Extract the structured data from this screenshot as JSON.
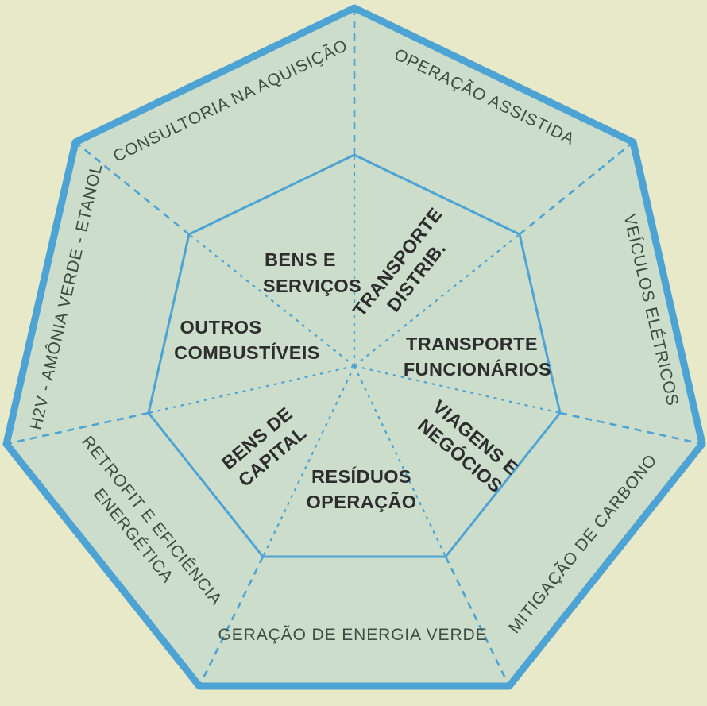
{
  "diagram": {
    "type": "heptagon-sector-diagram",
    "colors": {
      "background": "#e7e9c8",
      "heptagon_fill": "#ccdecb",
      "line_blue": "#4da3d3",
      "inner_label_color": "#2d2d2d",
      "outer_label_color": "#3f4c41"
    },
    "inner_sectors": [
      {
        "name": "bens-e-servicos",
        "label": "BENS E SERVIÇOS",
        "lines": [
          "BENS E",
          "SERVIÇOS"
        ]
      },
      {
        "name": "transporte-distrib",
        "label": "TRANSPORTE DISTRIB.",
        "lines": [
          "TRANSPORTE",
          "DISTRIB."
        ]
      },
      {
        "name": "transporte-funcionarios",
        "label": "TRANSPORTE FUNCIONÁRIOS",
        "lines": [
          "TRANSPORTE",
          "FUNCIONÁRIOS"
        ]
      },
      {
        "name": "viagens-e-negocios",
        "label": "VIAGENS E NEGÓCIOS",
        "lines": [
          "VIAGENS E",
          "NEGÓCIOS"
        ]
      },
      {
        "name": "residuos-operacao",
        "label": "RESÍDUOS OPERAÇÃO",
        "lines": [
          "RESÍDUOS",
          "OPERAÇÃO"
        ]
      },
      {
        "name": "bens-de-capital",
        "label": "BENS DE CAPITAL",
        "lines": [
          "BENS DE",
          "CAPITAL"
        ]
      },
      {
        "name": "outros-combustiveis",
        "label": "OUTROS COMBUSTÍVEIS",
        "lines": [
          "OUTROS",
          "COMBUSTÍVEIS"
        ]
      }
    ],
    "outer_sectors": [
      {
        "name": "consultoria-na-aquisicao",
        "label": "CONSULTORIA NA AQUISIÇÃO",
        "lines": [
          "CONSULTORIA NA AQUISIÇÃO"
        ]
      },
      {
        "name": "operacao-assistida",
        "label": "OPERAÇÃO ASSISTIDA",
        "lines": [
          "OPERAÇÃO ASSISTIDA"
        ]
      },
      {
        "name": "veiculos-eletricos",
        "label": "VEÍCULOS ELÉTRICOS",
        "lines": [
          "VEÍCULOS ELÉTRICOS"
        ]
      },
      {
        "name": "mitigacao-de-carbono",
        "label": "MITIGAÇÃO DE CARBONO",
        "lines": [
          "MITIGAÇÃO DE CARBONO"
        ]
      },
      {
        "name": "geracao-de-energia-verde",
        "label": "GERAÇÃO DE ENERGIA VERDE",
        "lines": [
          "GERAÇÃO DE ENERGIA VERDE"
        ]
      },
      {
        "name": "retrofit-e-eficiencia-energetica",
        "label": "RETROFIT E EFICIÊNCIA ENERGÉTICA",
        "lines": [
          "RETROFIT E EFICIÊNCIA",
          "ENERGÉTICA"
        ]
      },
      {
        "name": "h2v-amonia-verde-etanol",
        "label": "H2V - AMÔNIA VERDE - ETANOL",
        "lines": [
          "H2V - AMÔNIA VERDE - ETANOL"
        ]
      }
    ]
  }
}
